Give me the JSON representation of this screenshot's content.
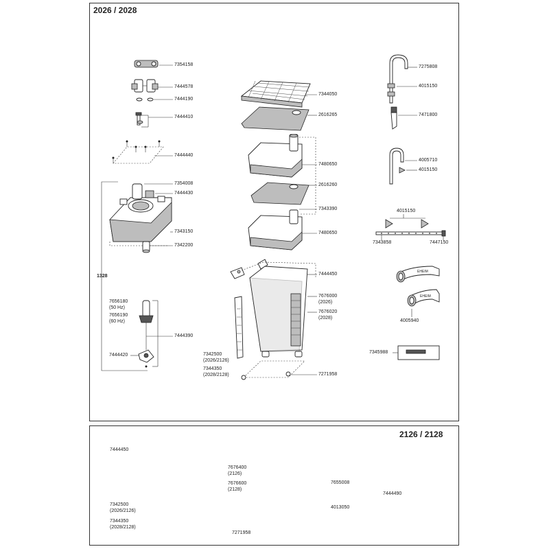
{
  "top_panel": {
    "title": "2026 / 2028",
    "labels": {
      "p7354158": "7354158",
      "p7444578": "7444578",
      "p7444190": "7444190",
      "p7444410": "7444410",
      "p7444440": "7444440",
      "p7354008": "7354008",
      "p7444430": "7444430",
      "p7343150": "7343150",
      "p7342200": "7342200",
      "p1328": "1328",
      "p7656180": "7656180",
      "p7656180_note": "(50 Hz)",
      "p7656190": "7656190",
      "p7656190_note": "(60 Hz)",
      "p7444390": "7444390",
      "p7444420": "7444420",
      "p7344050": "7344050",
      "p2616265": "2616265",
      "p7480650a": "7480650",
      "p2616260": "2616260",
      "p7343390": "7343390",
      "p7480650b": "7480650",
      "p7444450": "7444450",
      "p7676000": "7676000",
      "p7676000_note": "(2026)",
      "p7676020": "7676020",
      "p7676020_note": "(2028)",
      "p7342500": "7342500",
      "p7342500_note": "(2026/2126)",
      "p7344350": "7344350",
      "p7344350_note": "(2028/2128)",
      "p7271958": "7271958",
      "p7275808": "7275808",
      "p4015150a": "4015150",
      "p7471800": "7471800",
      "p4005710": "4005710",
      "p4015150b": "4015150",
      "p4015150c": "4015150",
      "p7343858": "7343858",
      "p7447150": "7447150",
      "p4005940": "4005940",
      "p7345988": "7345988",
      "hose_text_a": "EHEIM",
      "hose_text_b": "EHEIM"
    }
  },
  "bottom_panel": {
    "title": "2126 / 2128",
    "labels": {
      "p7444450": "7444450",
      "p7676400": "7676400",
      "p7676400_note": "(2126)",
      "p7676600": "7676600",
      "p7676600_note": "(2128)",
      "p7342500": "7342500",
      "p7342500_note": "(2026/2126)",
      "p7344350": "7344350",
      "p7344350_note": "(2028/2128)",
      "p7271958": "7271958",
      "p7655008": "7655008",
      "p4013050": "4013050",
      "p7444490": "7444490"
    }
  }
}
